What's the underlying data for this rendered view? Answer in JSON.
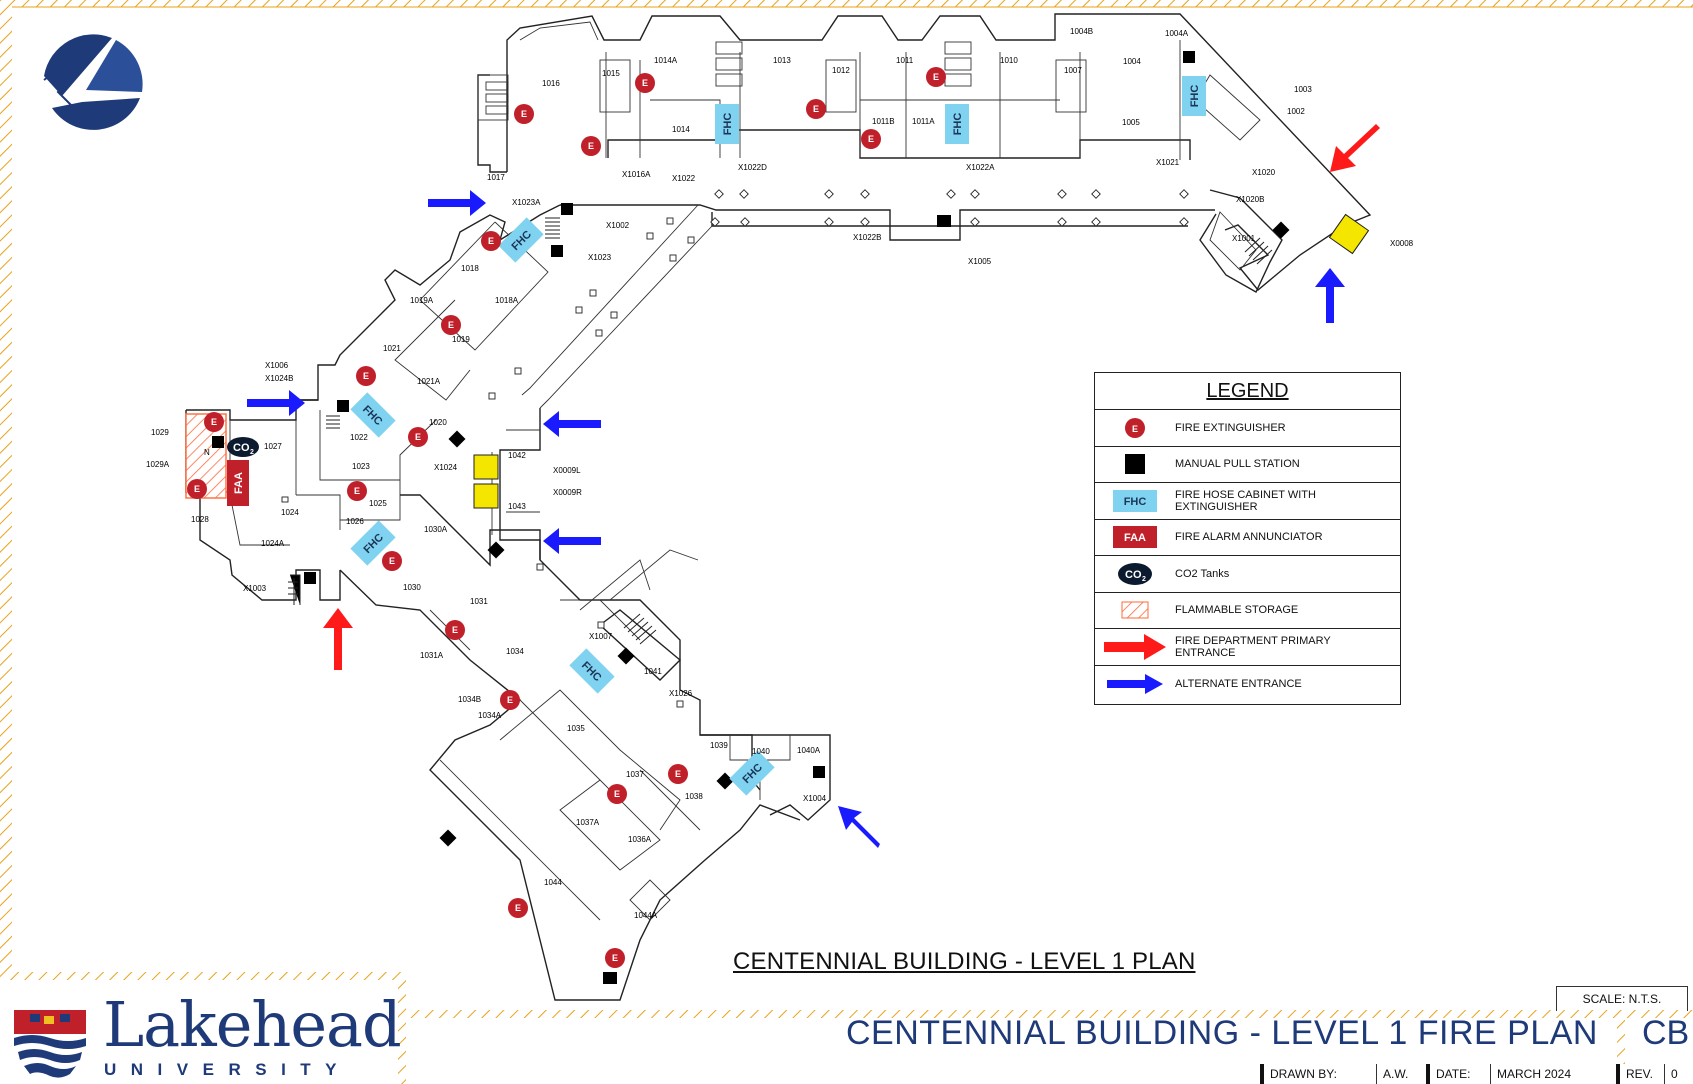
{
  "legend": {
    "title": "LEGEND",
    "items": [
      {
        "symbol": "fire-extinguisher",
        "label": "FIRE EXTINGUISHER"
      },
      {
        "symbol": "manual-pull-station",
        "label": "MANUAL PULL STATION"
      },
      {
        "symbol": "fire-hose-cabinet",
        "label": "FIRE HOSE CABINET WITH EXTINGUISHER"
      },
      {
        "symbol": "fire-alarm-annunciator",
        "label": "FIRE ALARM ANNUNCIATOR"
      },
      {
        "symbol": "co2-tanks",
        "label": "CO2 Tanks"
      },
      {
        "symbol": "flammable-storage",
        "label": "FLAMMABLE STORAGE"
      },
      {
        "symbol": "red-arrow",
        "label": "FIRE DEPARTMENT PRIMARY ENTRANCE"
      },
      {
        "symbol": "blue-arrow",
        "label": "ALTERNATE ENTRANCE"
      }
    ]
  },
  "symbols": {
    "extinguisher": "E",
    "fhc": "FHC",
    "faa": "FAA",
    "co2": "CO",
    "co2_sub": "2",
    "north": "N"
  },
  "plan_title": "CENTENNIAL BUILDING - LEVEL 1 PLAN",
  "title_block": {
    "main_title": "CENTENNIAL BUILDING - LEVEL 1 FIRE PLAN",
    "code": "CB",
    "scale": "SCALE: N.T.S.",
    "drawn_by_label": "DRAWN BY:",
    "drawn_by": "A.W.",
    "date_label": "DATE:",
    "date": "MARCH 2024",
    "rev_label": "REV.",
    "rev": "0"
  },
  "university": {
    "word": "Lakehead",
    "sub": "UNIVERSITY"
  },
  "rooms": [
    "1016",
    "1014A",
    "1013",
    "1011",
    "1010",
    "1004B",
    "1004A",
    "1015",
    "1012",
    "1007",
    "1004",
    "1003",
    "1002",
    "1014",
    "1011B",
    "1011A",
    "1005",
    "1017",
    "X1022D",
    "X1022A",
    "X1021",
    "X1023A",
    "X1016A",
    "X1022",
    "X1020",
    "X1020B",
    "X1002",
    "X1022B",
    "X1001",
    "X0008",
    "X1023",
    "X1005",
    "1018",
    "1018A",
    "1019A",
    "1019",
    "1021",
    "X1006",
    "X1024B",
    "1021A",
    "1022",
    "1020",
    "1029",
    "1027",
    "1029A",
    "1023",
    "X1024",
    "1042",
    "X0009L",
    "X0009R",
    "1043",
    "1024",
    "1025",
    "1028",
    "1026",
    "1030A",
    "1024A",
    "X1003",
    "1030",
    "1031",
    "1034",
    "X1007",
    "1041",
    "1031A",
    "X1026",
    "1034B",
    "1034A",
    "1035",
    "1039",
    "1040",
    "1040A",
    "1037",
    "1038",
    "X1004",
    "1037A",
    "1036A",
    "1044",
    "1044A"
  ],
  "colors": {
    "extinguisher": "#c0202a",
    "fhc": "#7fd3f0",
    "faa": "#c0202a",
    "red_arrow": "#ff1a1a",
    "blue_arrow": "#1a1aff",
    "elevator": "#f5e600",
    "border_hatch": "#e8a21a",
    "title_blue": "#1f3a78"
  }
}
